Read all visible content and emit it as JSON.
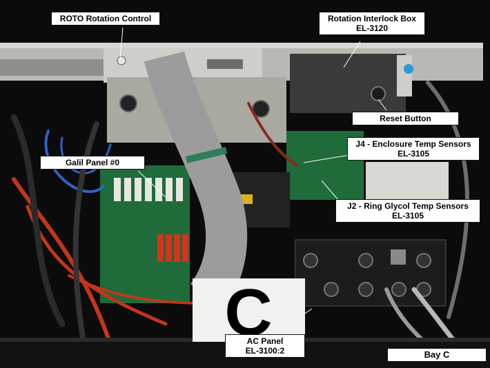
{
  "photo": {
    "labels": {
      "roto": {
        "line1": "ROTO Rotation Control"
      },
      "interlock": {
        "line1": "Rotation Interlock Box",
        "line2": "EL-3120"
      },
      "reset": {
        "line1": "Reset Button"
      },
      "j4": {
        "line1": "J4 - Enclosure Temp Sensors",
        "line2": "EL-3105"
      },
      "galil": {
        "line1": "Galil Panel #0"
      },
      "j2": {
        "line1": "J2 - Ring Glycol Temp Sensors",
        "line2": "EL-3105"
      },
      "ac": {
        "line1": "AC Panel",
        "line2": "EL-3100:2"
      },
      "bay": {
        "line1": "Bay C"
      }
    },
    "panel_letter": "C",
    "colors": {
      "background": "#0b0b0b",
      "ribbon_cable": "#9c9c9c",
      "ribbon_stripe": "#2f7d5c",
      "circuit_board": "#1f6b3a",
      "red_wire": "#c2361a",
      "blue_wire": "#2f63c6"
    }
  }
}
